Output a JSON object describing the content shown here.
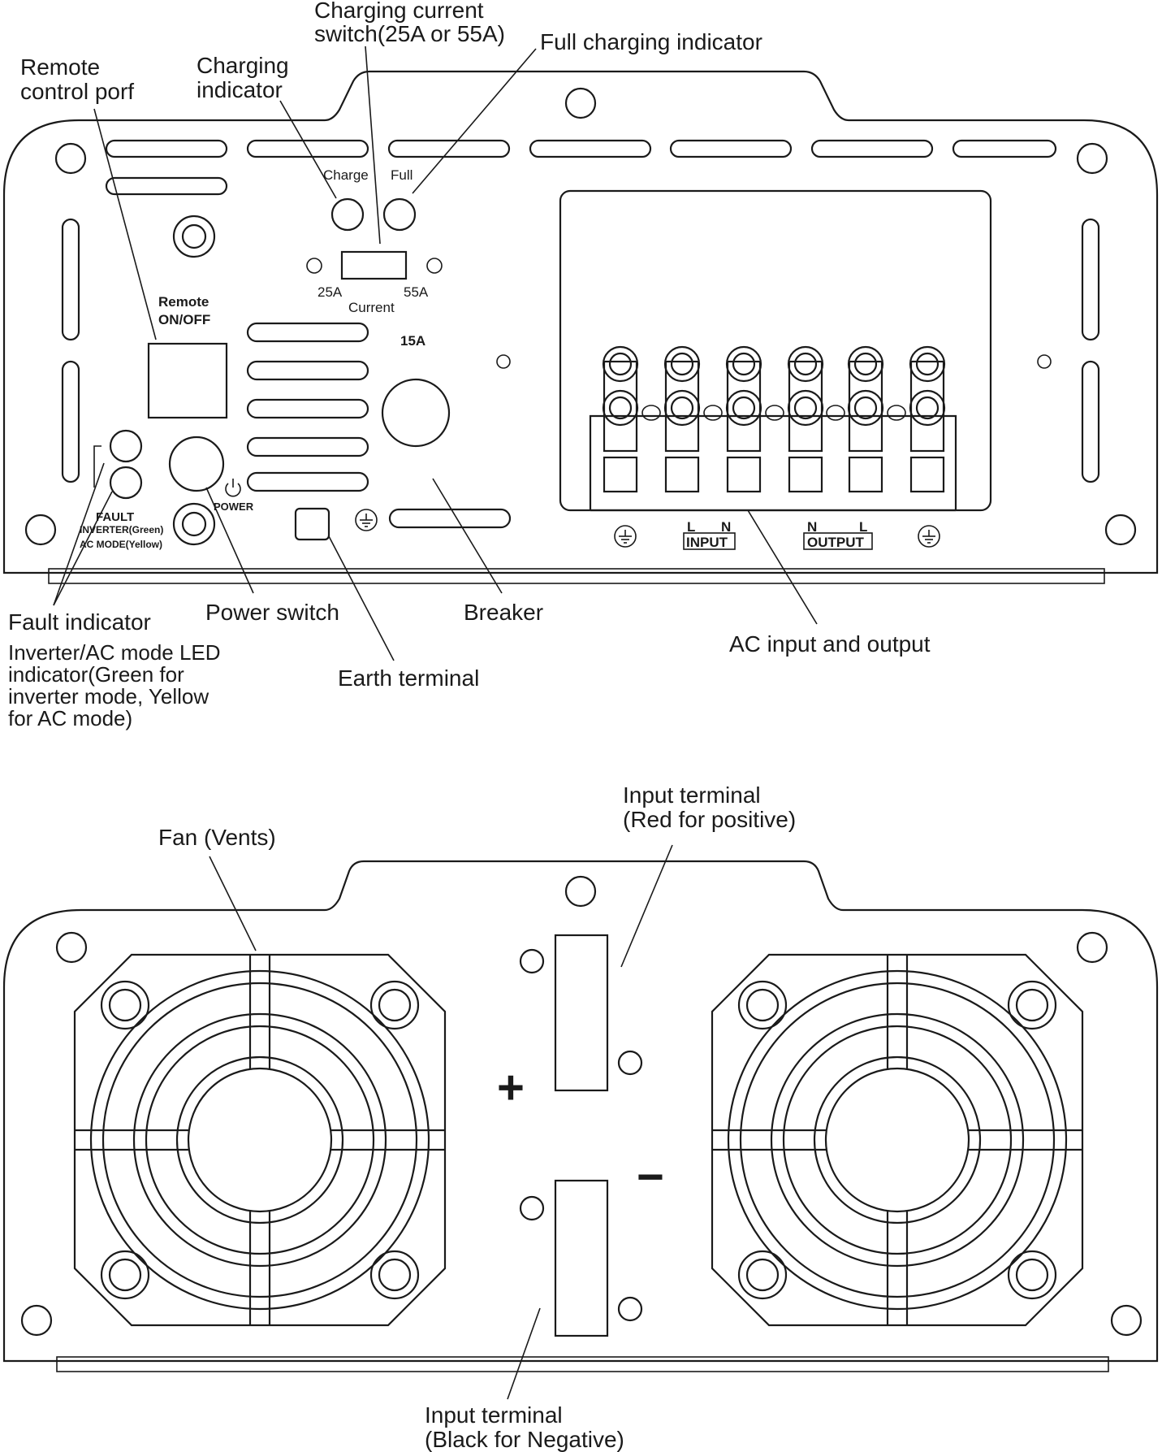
{
  "colors": {
    "line": "#1a1a1a",
    "background": "#ffffff"
  },
  "rear_panel": {
    "callouts": {
      "charging_current_switch": [
        "Charging current",
        "switch(25A or 55A)"
      ],
      "full_charging_indicator": "Full charging indicator",
      "remote_control_port": [
        "Remote",
        "control porf"
      ],
      "charging_indicator": [
        "Charging",
        "indicator"
      ],
      "fault_indicator": "Fault indicator",
      "inverter_ac_led": [
        "Inverter/AC mode LED",
        "indicator(Green for",
        "inverter mode, Yellow",
        "for AC mode)"
      ],
      "power_switch": "Power switch",
      "earth_terminal": "Earth terminal",
      "breaker": "Breaker",
      "ac_input_output": "AC input and output"
    },
    "panel_text": {
      "charge": "Charge",
      "full": "Full",
      "amp_25": "25A",
      "amp_55": "55A",
      "current": "Current",
      "breaker_rating": "15A",
      "remote_line1": "Remote",
      "remote_line2": "ON/OFF",
      "power": "POWER",
      "fault": "FAULT",
      "inverter_green": "INVERTER(Green)",
      "ac_mode_yellow": "AC MODE(Yellow)",
      "input_l": "L",
      "input_n": "N",
      "input": "INPUT",
      "output_n": "N",
      "output_l": "L",
      "output": "OUTPUT"
    },
    "icons": [
      "ground-icon",
      "power-icon"
    ]
  },
  "front_panel": {
    "callouts": {
      "fan": "Fan (Vents)",
      "input_terminal_positive": [
        "Input terminal",
        "(Red for positive)"
      ],
      "input_terminal_negative": [
        "Input terminal",
        "(Black for Negative)"
      ]
    },
    "panel_text": {
      "plus": "+",
      "minus": "−"
    }
  }
}
